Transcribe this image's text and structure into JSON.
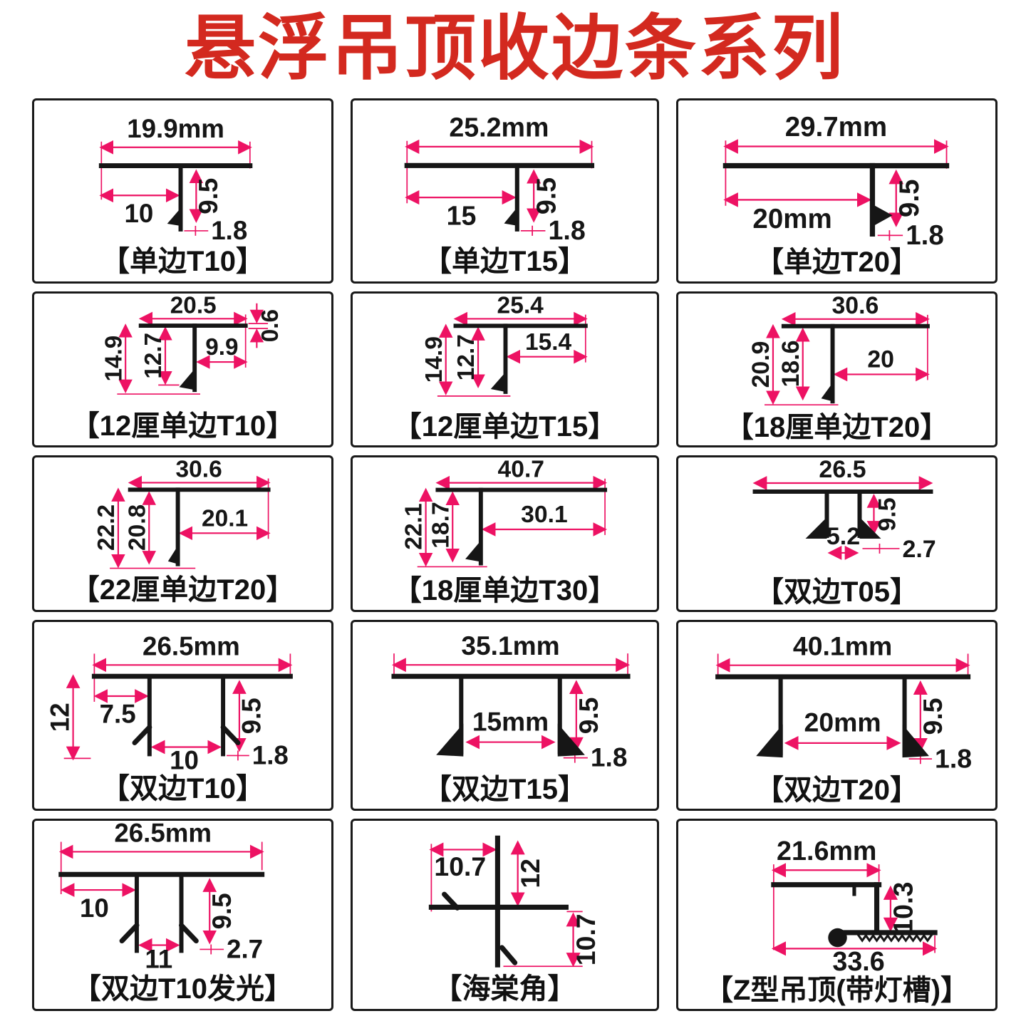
{
  "title": "悬浮吊顶收边条系列",
  "colors": {
    "accent_pink": "#ed1263",
    "title_red": "#d3291f",
    "profile_black": "#161616",
    "border_black": "#1a1a1a",
    "background": "#ffffff"
  },
  "cells": [
    {
      "label": "【单边T10】",
      "dims": {
        "top_width": "19.9mm",
        "left_width": "10",
        "stem_height": "9.5",
        "lip": "1.8"
      }
    },
    {
      "label": "【单边T15】",
      "dims": {
        "top_width": "25.2mm",
        "left_width": "15",
        "stem_height": "9.5",
        "lip": "1.8"
      }
    },
    {
      "label": "【单边T20】",
      "dims": {
        "top_width": "29.7mm",
        "left_width": "20mm",
        "stem_height": "9.5",
        "lip": "1.8"
      }
    },
    {
      "label": "【12厘单边T10】",
      "dims": {
        "top_width": "20.5",
        "top_thickness": "0.6",
        "overall_height": "14.9",
        "stem_height": "12.7",
        "right_width": "9.9"
      }
    },
    {
      "label": "【12厘单边T15】",
      "dims": {
        "top_width": "25.4",
        "overall_height": "14.9",
        "stem_height": "12.7",
        "right_width": "15.4"
      }
    },
    {
      "label": "【18厘单边T20】",
      "dims": {
        "top_width": "30.6",
        "overall_height": "20.9",
        "stem_height": "18.6",
        "right_width": "20"
      }
    },
    {
      "label": "【22厘单边T20】",
      "dims": {
        "top_width": "30.6",
        "overall_height": "22.2",
        "stem_height": "20.8",
        "right_width": "20.1"
      }
    },
    {
      "label": "【18厘单边T30】",
      "dims": {
        "top_width": "40.7",
        "overall_height": "22.1",
        "stem_height": "18.7",
        "right_width": "30.1"
      }
    },
    {
      "label": "【双边T05】",
      "dims": {
        "top_width": "26.5",
        "gap": "5.2",
        "stem_height": "9.5",
        "lip": "2.7"
      }
    },
    {
      "label": "【双边T10】",
      "dims": {
        "top_width": "26.5mm",
        "overall_height": "12",
        "left_width": "7.5",
        "stem_height": "9.5",
        "gap": "10",
        "lip": "1.8"
      }
    },
    {
      "label": "【双边T15】",
      "dims": {
        "top_width": "35.1mm",
        "gap": "15mm",
        "stem_height": "9.5",
        "lip": "1.8"
      }
    },
    {
      "label": "【双边T20】",
      "dims": {
        "top_width": "40.1mm",
        "gap": "20mm",
        "stem_height": "9.5",
        "lip": "1.8"
      }
    },
    {
      "label": "【双边T10发光】",
      "dims": {
        "top_width": "26.5mm",
        "left_width": "10",
        "stem_height": "9.5",
        "gap": "11",
        "lip": "2.7"
      }
    },
    {
      "label": "【海棠角】",
      "dims": {
        "top_arm": "10.7",
        "upper_height": "12",
        "lower_height": "10.7"
      }
    },
    {
      "label": "【Z型吊顶(带灯槽)】",
      "dims": {
        "top_width": "21.6mm",
        "drop_height": "10.3",
        "bottom_width": "33.6"
      }
    }
  ]
}
